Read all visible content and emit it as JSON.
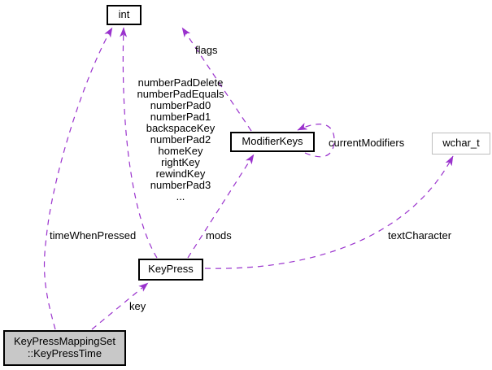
{
  "diagram": {
    "type": "collaboration-graph",
    "background_color": "#ffffff",
    "edge_color": "#9a32cd",
    "node_border_color": "#000000",
    "external_node_border_color": "#bebebe",
    "main_node_fill_color": "#c8c8c8",
    "nodes": {
      "int": {
        "label": "int"
      },
      "modifier_keys": {
        "label": "ModifierKeys"
      },
      "wchar_t": {
        "label": "wchar_t"
      },
      "key_press": {
        "label": "KeyPress"
      },
      "key_press_time": {
        "label_lines": [
          "KeyPressMappingSet",
          "::KeyPressTime"
        ]
      }
    },
    "edges": {
      "flags": {
        "label": "flags",
        "from": "ModifierKeys",
        "to": "int"
      },
      "member_list": {
        "from": "KeyPress",
        "to": "int",
        "lines": [
          "numberPadDelete",
          "numberPadEquals",
          "numberPad0",
          "numberPad1",
          "backspaceKey",
          "numberPad2",
          "homeKey",
          "rightKey",
          "rewindKey",
          "numberPad3",
          "..."
        ]
      },
      "current_modifiers": {
        "label": "currentModifiers",
        "from": "ModifierKeys",
        "to": "ModifierKeys"
      },
      "time_when_pressed": {
        "label": "timeWhenPressed",
        "from": "KeyPressMappingSet::KeyPressTime",
        "to": "int"
      },
      "mods": {
        "label": "mods",
        "from": "KeyPress",
        "to": "ModifierKeys"
      },
      "text_character": {
        "label": "textCharacter",
        "from": "KeyPress",
        "to": "wchar_t"
      },
      "key": {
        "label": "key",
        "from": "KeyPressMappingSet::KeyPressTime",
        "to": "KeyPress"
      }
    }
  }
}
